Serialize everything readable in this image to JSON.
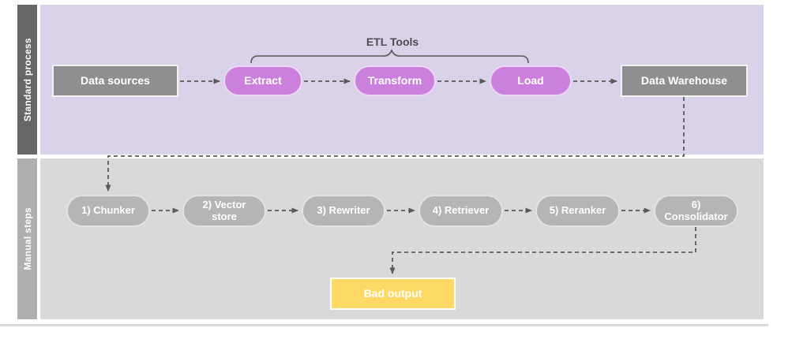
{
  "lanes": {
    "standard": {
      "label": "Standard process"
    },
    "manual": {
      "label": "Manual steps"
    }
  },
  "standard_process": {
    "data_sources": "Data sources",
    "etl_group_label": "ETL Tools",
    "extract": "Extract",
    "transform": "Transform",
    "load": "Load",
    "data_warehouse": "Data Warehouse"
  },
  "manual_steps": {
    "steps": [
      "1) Chunker",
      "2) Vector store",
      "3) Rewriter",
      "4) Retriever",
      "5) Reranker",
      "6) Consolidator"
    ],
    "bad_output": "Bad output"
  },
  "colors": {
    "standard_lane_bg": "#d9d2e9",
    "standard_lane_label_bg": "#666666",
    "manual_lane_bg": "#d9d9d9",
    "manual_lane_label_bg": "#afafaf",
    "etl_pill_fill": "#cc80dd",
    "gray_node_fill": "#8f8f8f",
    "manual_pill_fill": "#b5b5b5",
    "bad_output_fill": "#ffd966",
    "connector_stroke": "#595959",
    "node_text": "#ffffff"
  }
}
